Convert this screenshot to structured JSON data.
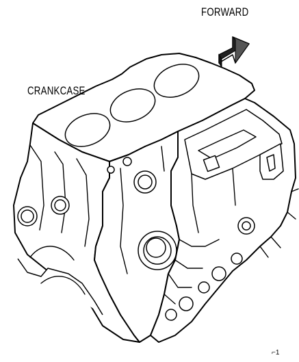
{
  "labels": {
    "forward": "FORWARD",
    "crankcase": "CRANKCASE"
  },
  "figure_ref": "⌐1",
  "icons": {
    "direction_arrow": "forward-arrow-icon"
  },
  "colors": {
    "line": "#000000",
    "background": "#ffffff"
  }
}
